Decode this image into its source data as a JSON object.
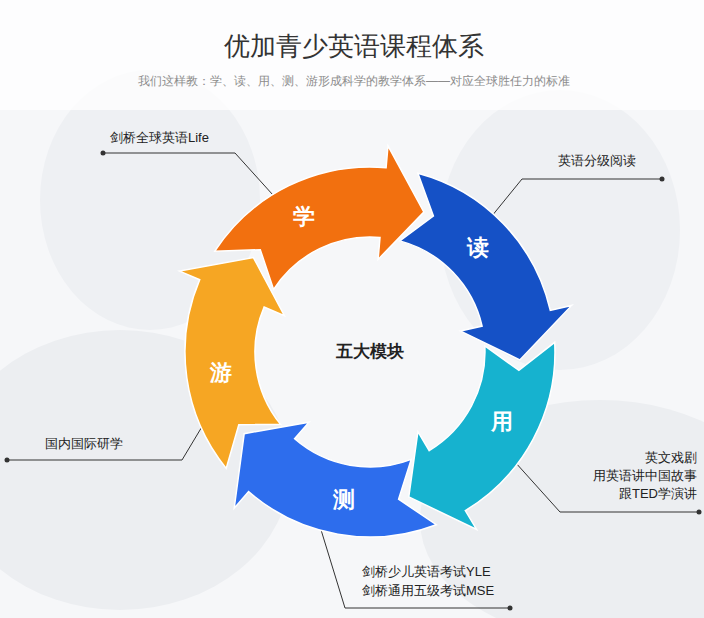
{
  "diagram": {
    "title": "优加青少英语课程体系",
    "nodes": [
      {
        "text": [
          "学"
        ]
      },
      {
        "text": [
          "读"
        ]
      },
      {
        "text": [
          "用"
        ]
      },
      {
        "text": [
          "测"
        ]
      },
      {
        "text": [
          "游"
        ]
      }
    ],
    "labels": [
      "我们这样教：学、读、用、测、游形成科学的教学体系——对应全球胜任力的标准",
      "五大模块",
      "剑桥全球英语Life",
      "英语分级阅读",
      "英文戏剧",
      "用英语讲中国故事",
      "跟TED学演讲",
      "剑桥少儿英语考试YLE",
      "剑桥通用五级考试MSE",
      "国内国际研学"
    ]
  }
}
